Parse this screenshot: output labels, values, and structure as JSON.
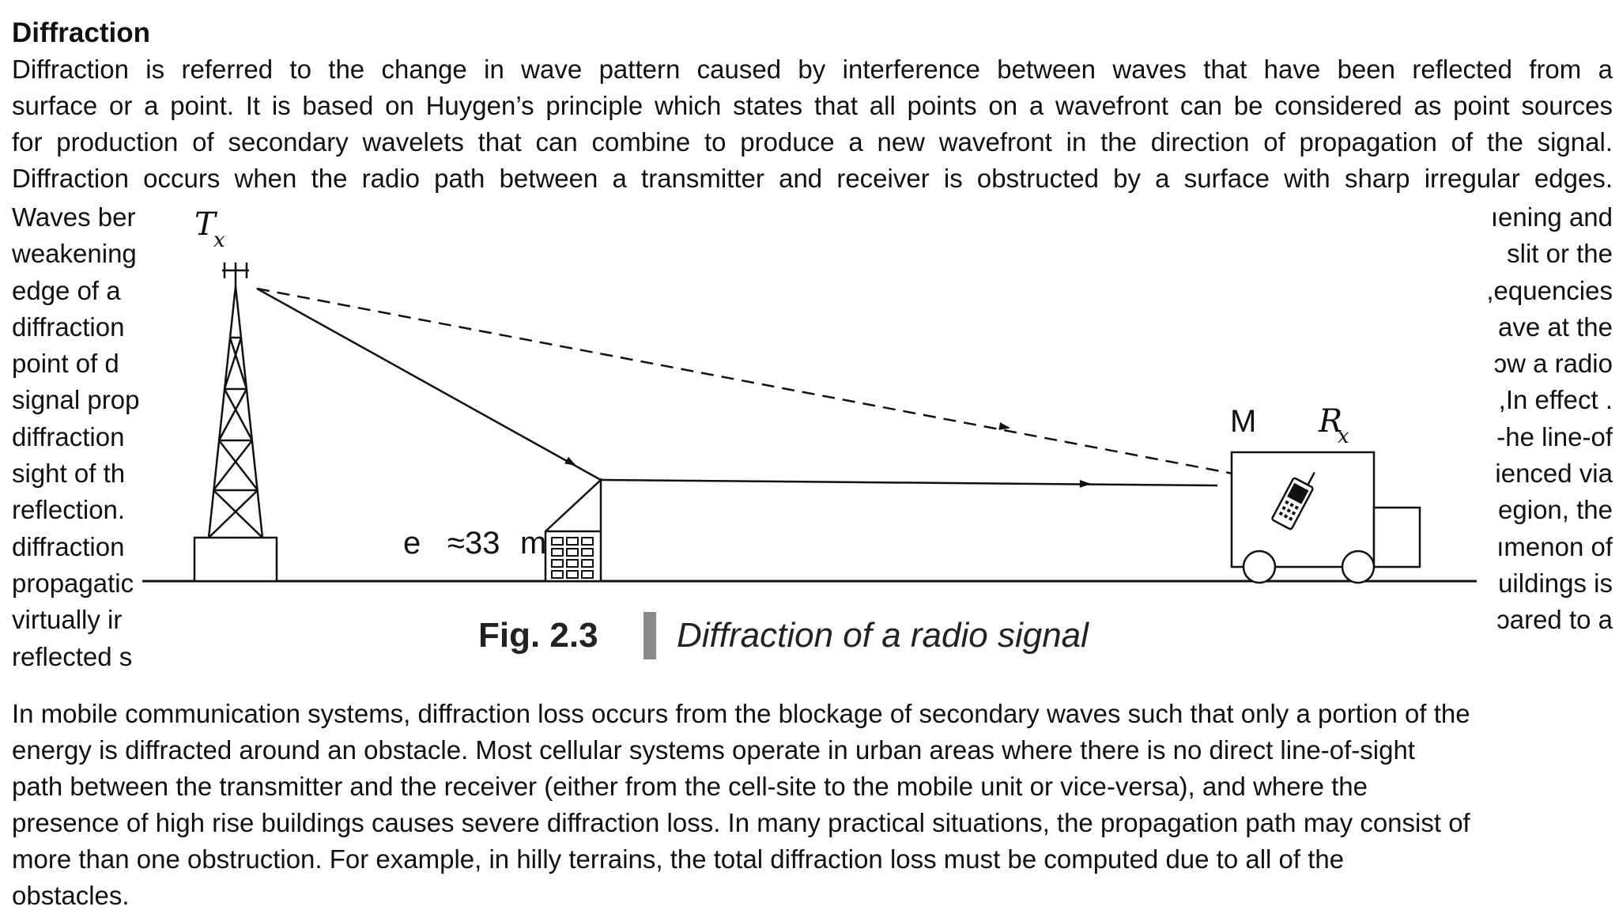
{
  "heading": "Diffraction",
  "paragraph1": [
    "Diffraction is referred to the change in wave pattern caused by interference between waves that have been reflected from a",
    "surface or a point. It is based on Huygen’s principle which states that all points on a wavefront can be considered as point sources",
    "for production of secondary wavelets that can combine to produce a new wavefront in the direction of propagation of the signal.",
    "Diffraction occurs when the radio path between a transmitter and receiver is obstructed by a surface with sharp irregular edges."
  ],
  "wrap_left": [
    "Waves ber",
    "weakening",
    "edge of a",
    "diffraction",
    "point of d",
    "signal prop",
    "diffraction",
    "sight of th",
    "reflection.",
    "diffraction",
    "propagatic",
    "virtually ir",
    "reflected s"
  ],
  "wrap_right": [
    "ıening and",
    "slit or the",
    "equencies,",
    "ave at the",
    "ɔw a radio",
    ". In effect,",
    "he line-of-",
    "ienced via",
    "egion, the",
    "ımenon of",
    "uildings is",
    "ɔared to a",
    ""
  ],
  "figure": {
    "tx_label": "T",
    "tx_sub": "x",
    "rx_label": "R",
    "rx_sub": "x",
    "m_label": "M",
    "building_label_e": "e",
    "building_label_height": "≈33",
    "building_label_m": "m",
    "caption_number": "Fig. 2.3",
    "caption_text": "Diffraction of a radio signal"
  },
  "paragraph2": [
    "In mobile communication systems, diffraction loss occurs from the blockage of secondary waves such that only a portion of the",
    "energy is diffracted around an obstacle. Most cellular systems operate in urban areas where there is no direct line-of-sight",
    "path between the transmitter and the receiver (either from the cell-site to the mobile unit or vice-versa), and where the",
    "presence of high rise buildings causes severe diffraction loss. In many practical situations, the propagation path may consist of",
    "more than one obstruction. For example, in hilly terrains, the total diffraction loss must be computed due to all of the",
    "obstacles."
  ]
}
